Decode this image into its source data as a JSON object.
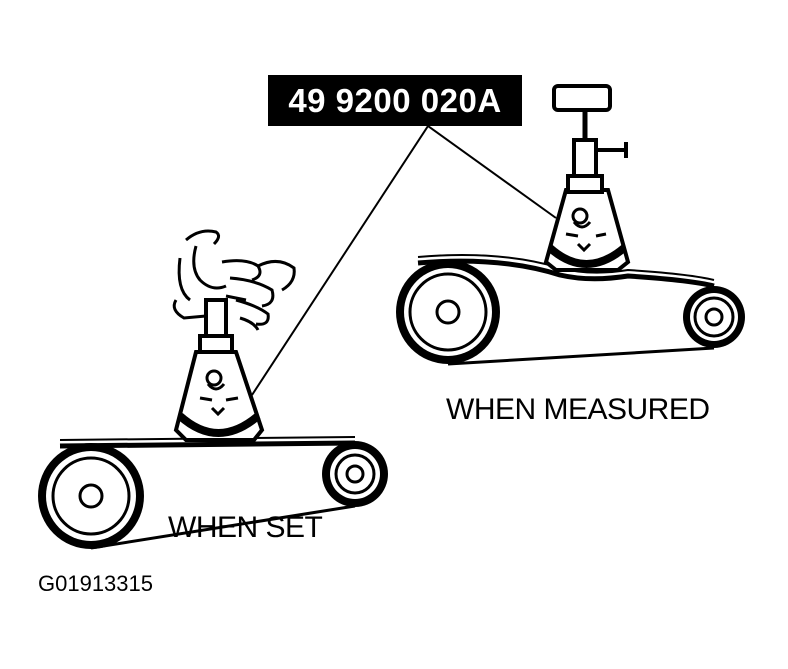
{
  "part_number": "49 9200 020A",
  "captions": {
    "when_measured": "WHEN MEASURED",
    "when_set": "WHEN SET"
  },
  "figure_id": "G01913315",
  "colors": {
    "ink": "#000000",
    "paper": "#ffffff"
  }
}
